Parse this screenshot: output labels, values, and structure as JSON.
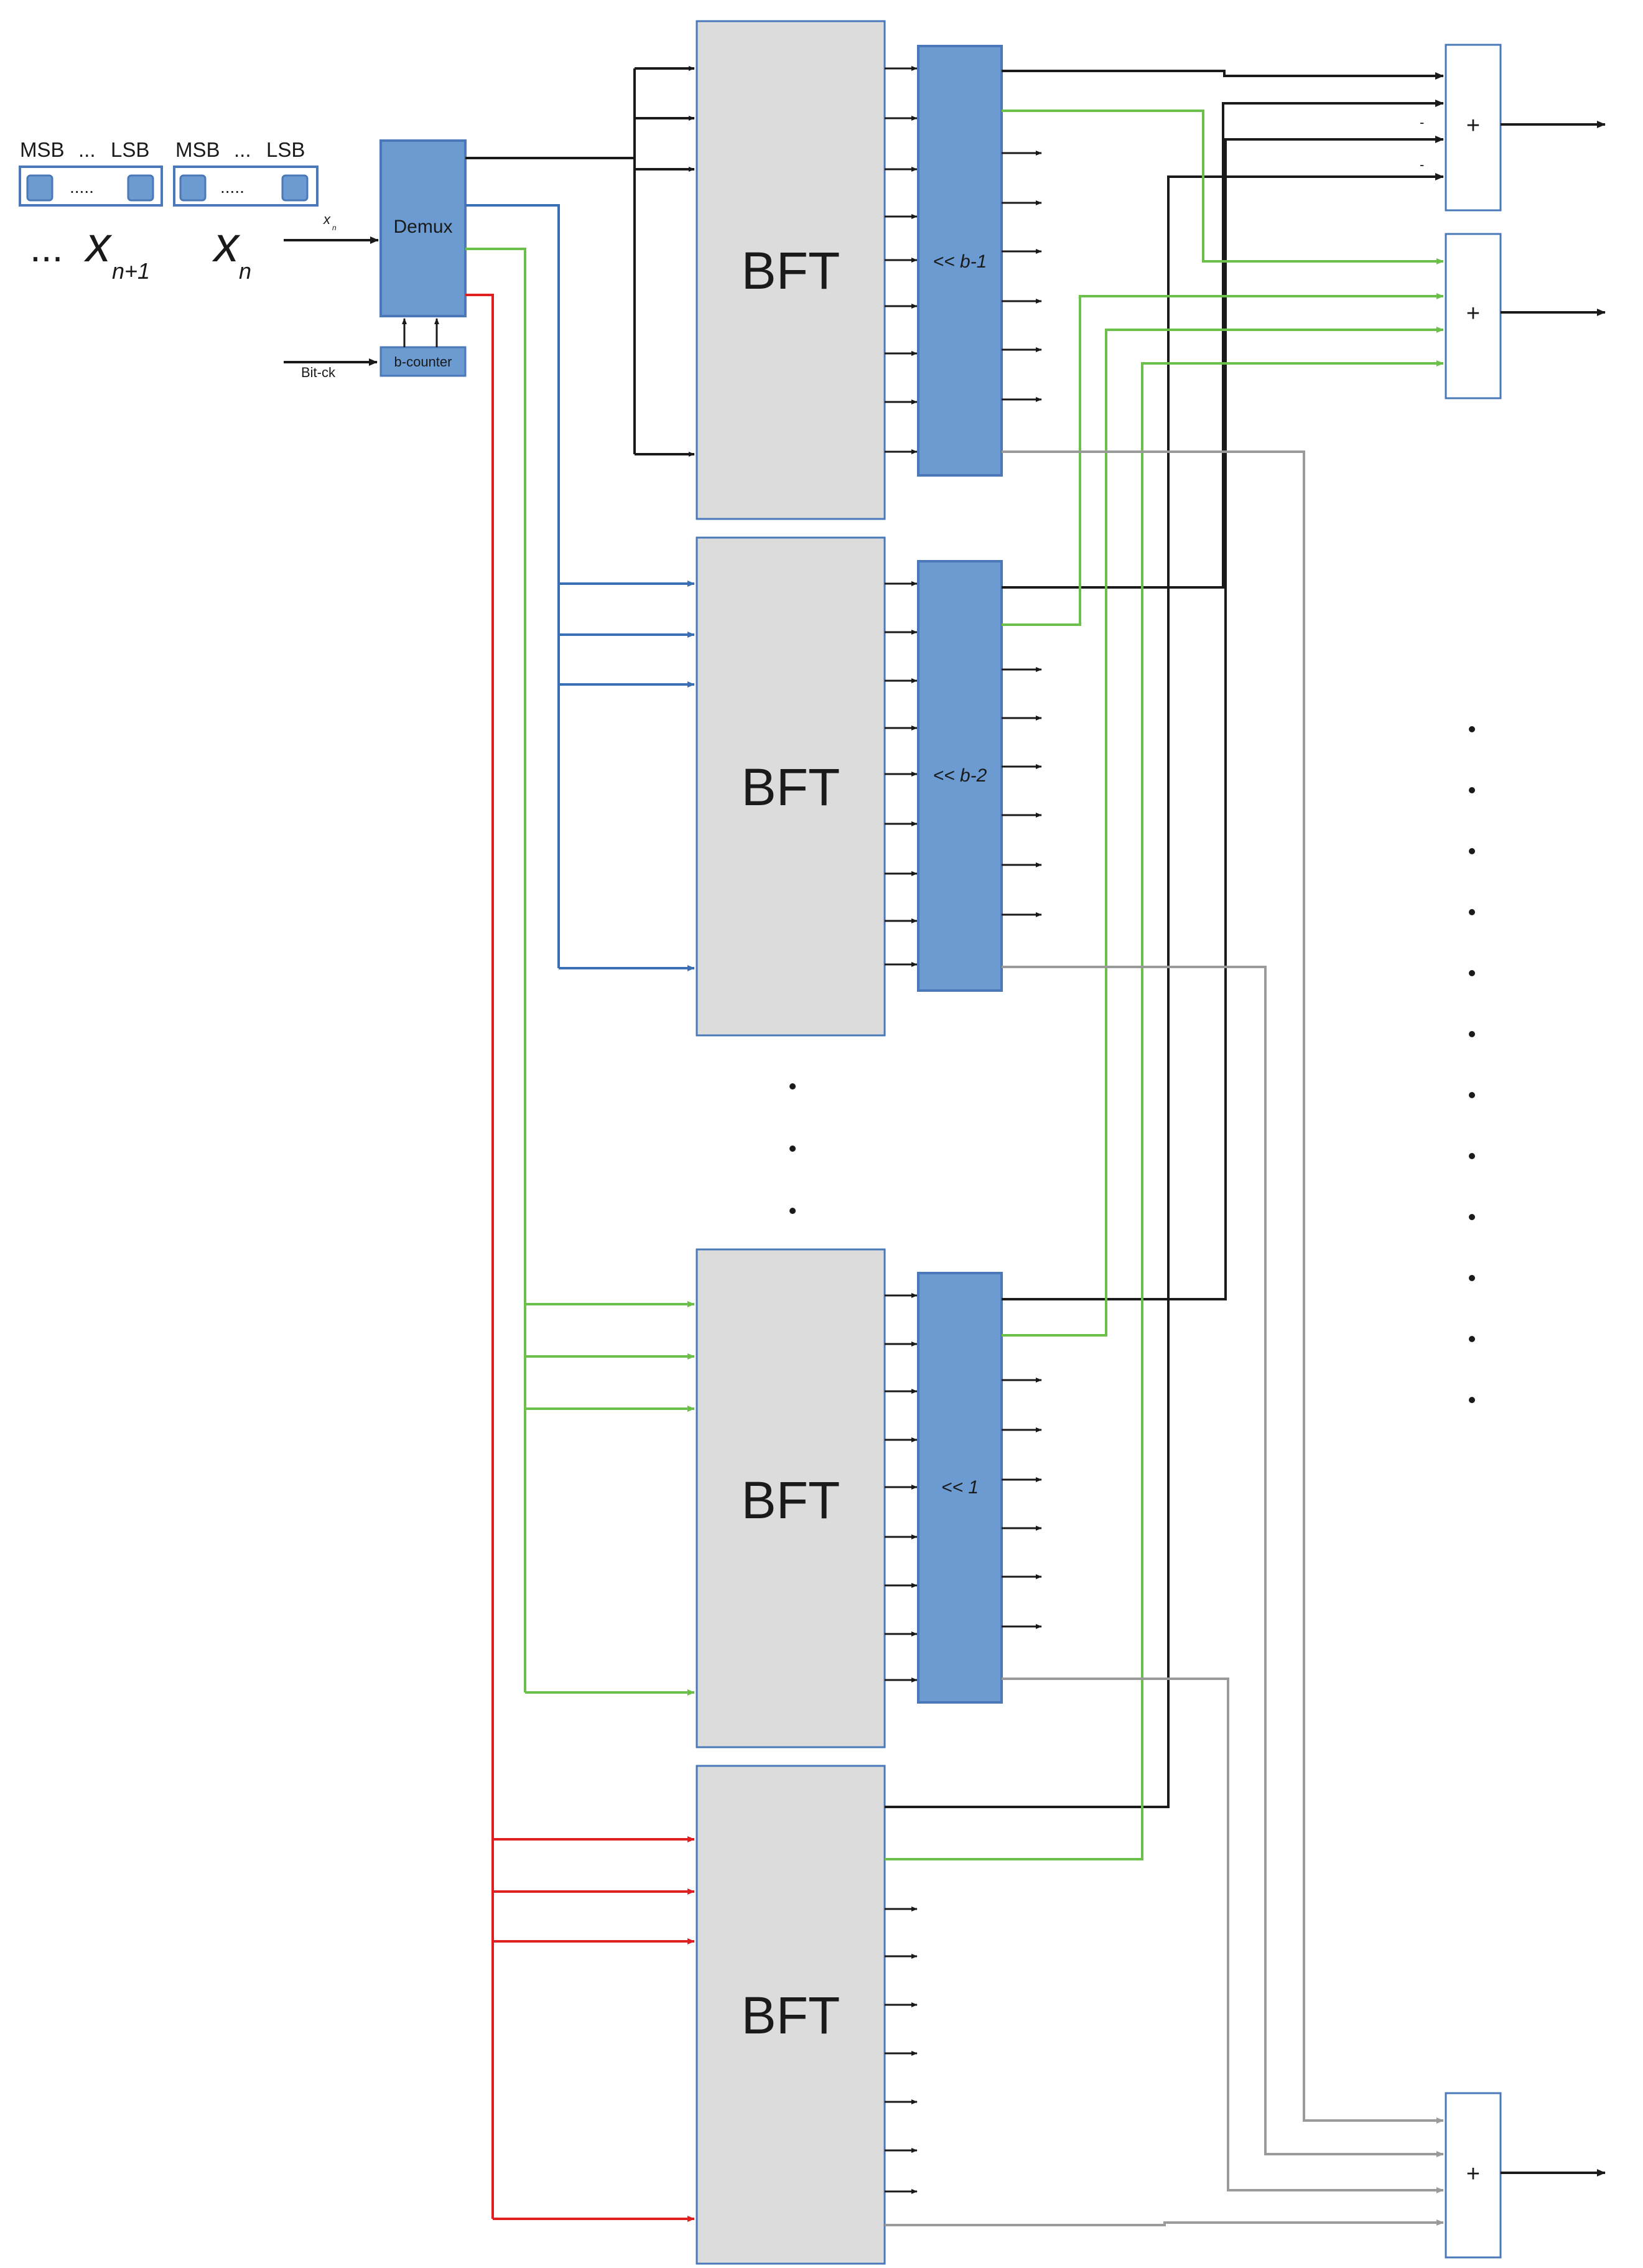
{
  "input": {
    "word1": {
      "msb": "MSB",
      "dots": "...",
      "lsb": "LSB",
      "mid": "....."
    },
    "word2": {
      "msb": "MSB",
      "dots": "...",
      "lsb": "LSB",
      "mid": "....."
    },
    "x_next": {
      "prefix": "...",
      "var": "x",
      "sub": "n+1"
    },
    "x_cur": {
      "var": "x",
      "sub": "n"
    },
    "xn_label": {
      "var": "x",
      "sub": "n"
    },
    "bitck": "Bit-ck"
  },
  "demux": "Demux",
  "counter": "b-counter",
  "bft_label": "BFT",
  "shifters": [
    "<< b-1",
    "<< b-2",
    "<< 1"
  ],
  "adder": "+",
  "minus": "-",
  "colors": {
    "black": "#1a1a1a",
    "blue": "#3a6fb5",
    "green": "#6cc04a",
    "red": "#e02020",
    "gray": "#9a9a9a",
    "block_blue": "#6b9bd1",
    "block_blue_border": "#4a78b8",
    "bft_fill": "#dcdcdc",
    "bft_border": "#4a78b8"
  }
}
